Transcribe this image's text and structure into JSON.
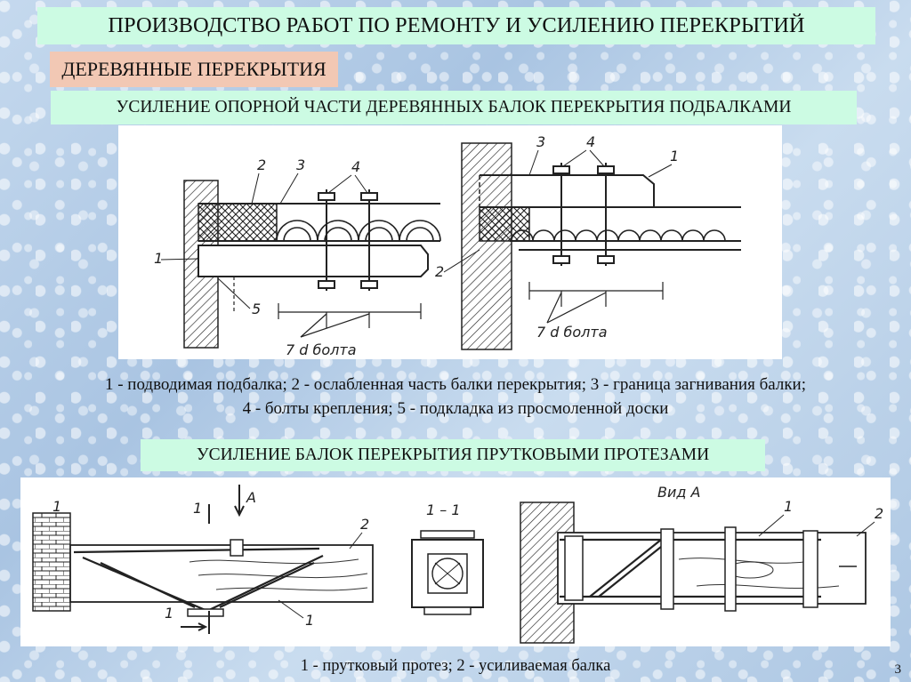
{
  "slide": {
    "title": "ПРОИЗВОДСТВО РАБОТ ПО РЕМОНТУ И УСИЛЕНИЮ ПЕРЕКРЫТИЙ",
    "section": "ДЕРЕВЯННЫЕ  ПЕРЕКРЫТИЯ",
    "subtitle_1": "УСИЛЕНИЕ ОПОРНОЙ ЧАСТИ ДЕРЕВЯННЫХ БАЛОК ПЕРЕКРЫТИЯ ПОДБАЛКАМИ",
    "caption_1_line_1": "1 - подводимая подбалка; 2 - ослабленная часть балки перекрытия; 3 - граница загнивания балки;",
    "caption_1_line_2": "4 - болты крепления; 5 - подкладка из просмоленной доски",
    "subtitle_2": "УСИЛЕНИЕ БАЛОК ПЕРЕКРЫТИЯ ПРУТКОВЫМИ ПРОТЕЗАМИ",
    "caption_2": "1 - прутковый протез; 2 - усиливаемая балка",
    "page_number": "3"
  },
  "figure_1": {
    "labels": {
      "n1": "1",
      "n2": "2",
      "n3": "3",
      "n4": "4",
      "n5": "5",
      "dim": "7 d болта"
    }
  },
  "figure_2": {
    "labels": {
      "n1": "1",
      "n2": "2",
      "cut": "1",
      "arrow_a": "A",
      "section": "1 – 1",
      "view": "Вид А"
    }
  }
}
